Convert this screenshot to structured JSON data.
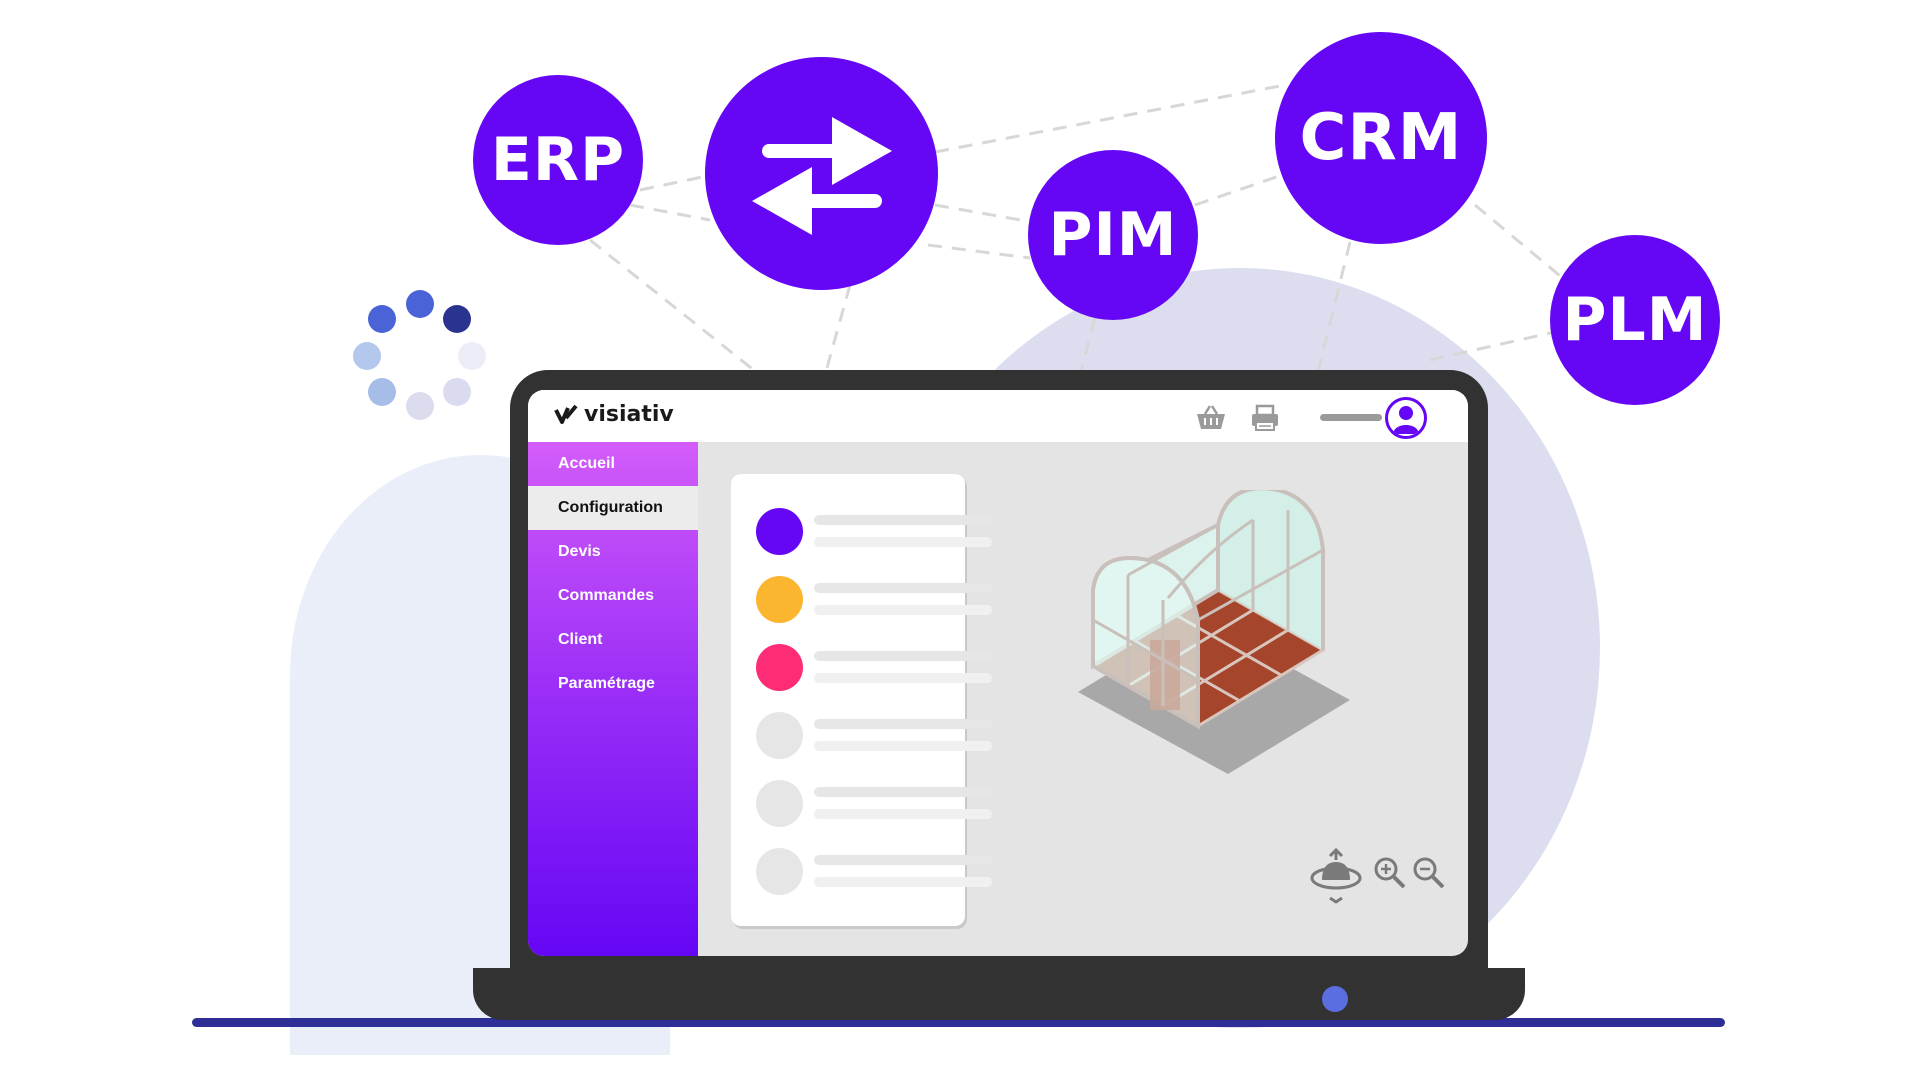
{
  "bubbles": {
    "erp": "ERP",
    "pim": "PIM",
    "crm": "CRM",
    "plm": "PLM",
    "sync_icon": "swap-arrows-icon"
  },
  "app": {
    "logo_text": "visiativ",
    "logo_icon": "visiativ-check-icon",
    "topbar_icons": [
      "basket-icon",
      "printer-icon"
    ],
    "user_icon": "user-avatar-icon"
  },
  "sidebar": {
    "items": [
      {
        "label": "Accueil",
        "active": false
      },
      {
        "label": "Configuration",
        "active": true
      },
      {
        "label": "Devis",
        "active": false
      },
      {
        "label": "Commandes",
        "active": false
      },
      {
        "label": "Client",
        "active": false
      },
      {
        "label": "Paramétrage",
        "active": false
      }
    ]
  },
  "options": [
    {
      "color": "#6506f5"
    },
    {
      "color": "#fbb52f"
    },
    {
      "color": "#fe2b77"
    },
    {
      "color": "#e6e6e6"
    },
    {
      "color": "#e6e6e6"
    },
    {
      "color": "#e6e6e6"
    }
  ],
  "viewer": {
    "model": "greenhouse-3d-model",
    "controls": [
      "rotate-view-icon",
      "zoom-in-icon",
      "zoom-out-icon"
    ]
  },
  "colors": {
    "brand": "#6506f5",
    "sidebar_top": "#d35cf9",
    "sidebar_bottom": "#6506f5",
    "laptop": "#323232",
    "screen_bg": "#e4e4e4"
  }
}
